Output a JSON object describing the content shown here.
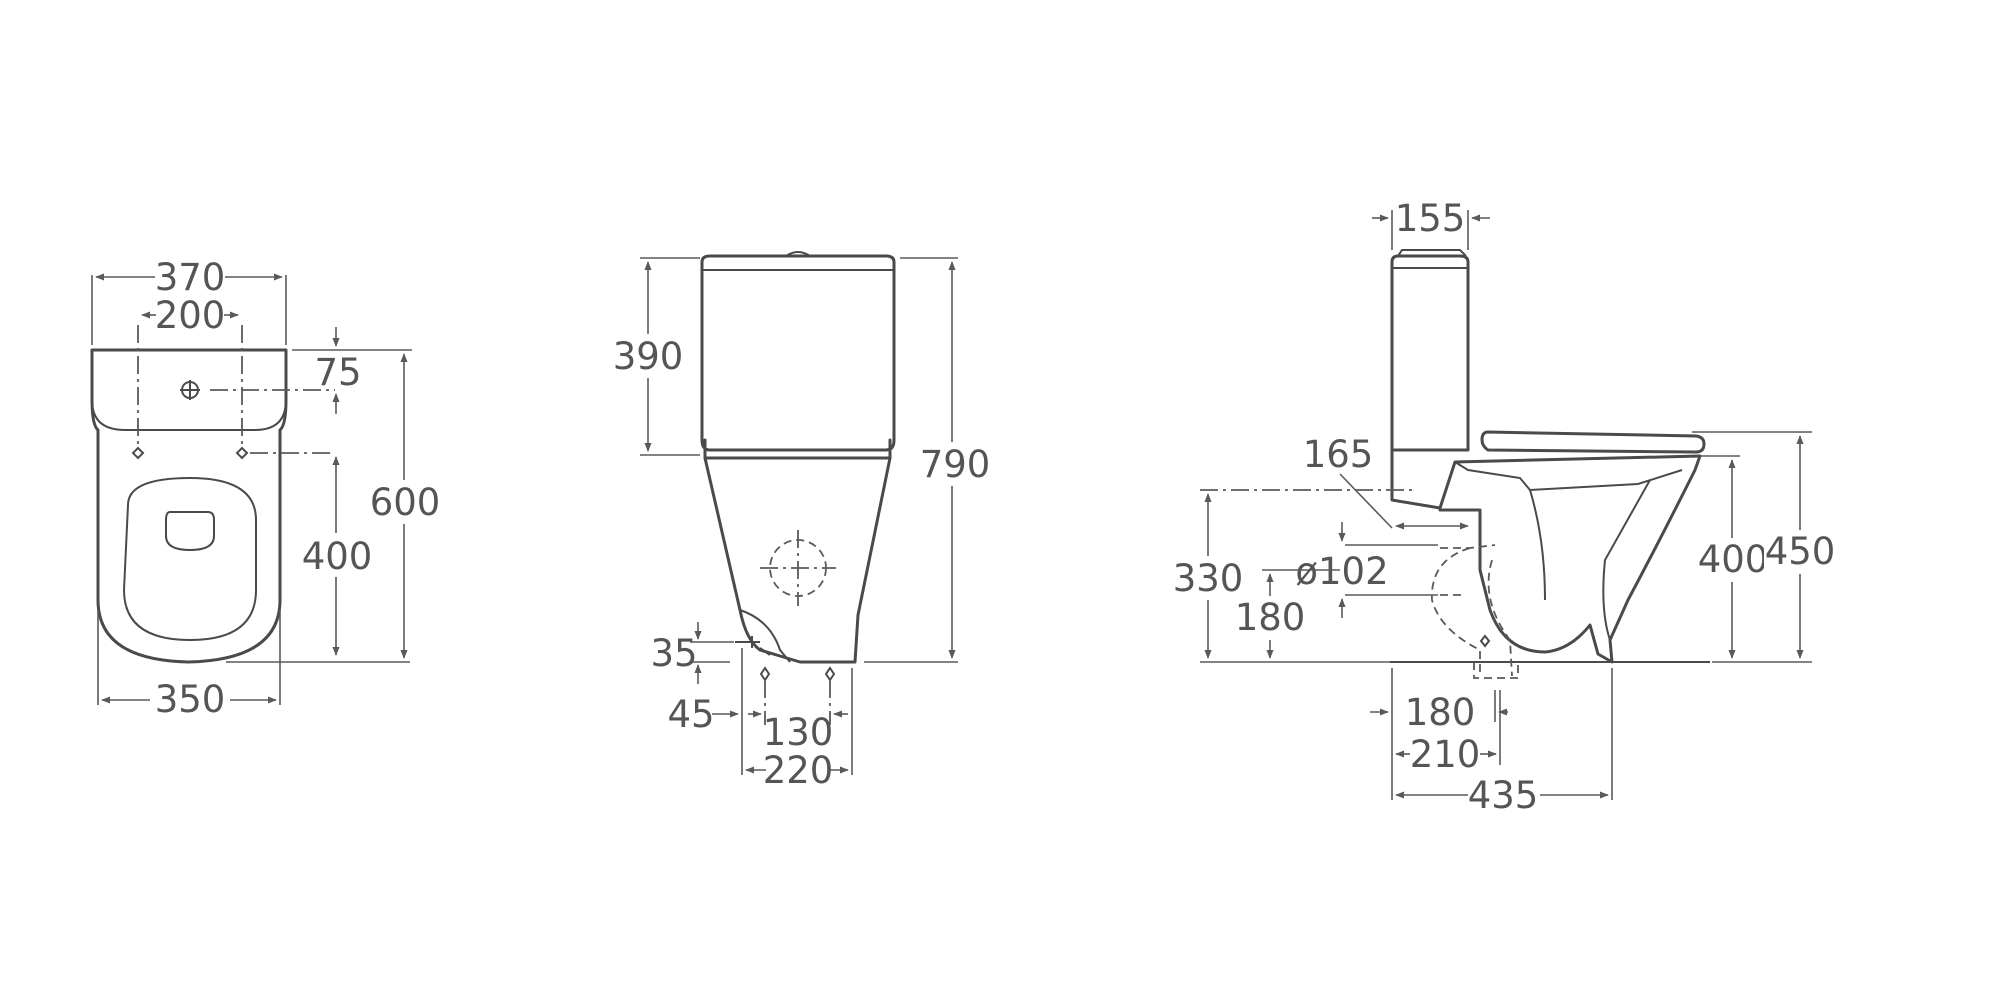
{
  "top_view": {
    "width_top": "370",
    "fixing_centres": "200",
    "inlet_offset": "75",
    "fixing_to_outlet": "400",
    "depth": "600",
    "width_base": "350"
  },
  "front_view": {
    "cistern_height": "390",
    "overall_height": "790",
    "inlet_height": "35",
    "inlet_offset": "45",
    "foot_fixing_centres": "130",
    "base_width": "220"
  },
  "side_view": {
    "cistern_depth": "155",
    "cistern_to_outlet": "165",
    "outlet_height": "330",
    "outlet_diameter": "ø102",
    "floor_outlet_height": "180",
    "seat_height": "400",
    "overall_rim_height": "450",
    "floor_outlet_setback": "180",
    "floor_outlet_centre": "210",
    "projection": "435"
  }
}
